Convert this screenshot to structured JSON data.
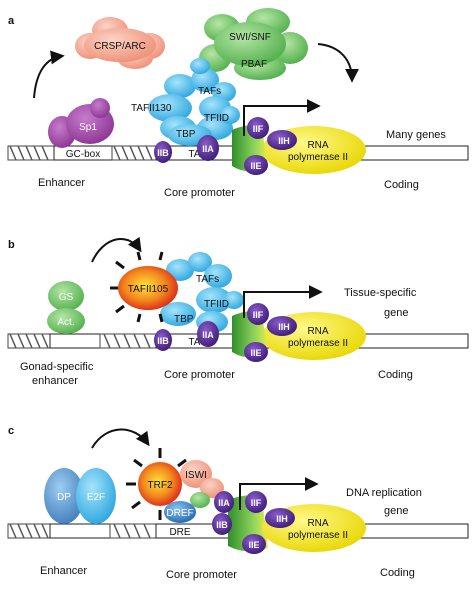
{
  "panels": [
    {
      "letter": "a",
      "labels": {
        "crsp": "CRSP/ARC",
        "swisnf": "SWI/SNF",
        "pbaf": "PBAF",
        "tafs": "TAFs",
        "taf130": "TAFII130",
        "tfiid": "TFIID",
        "tbp": "TBP",
        "sp1": "Sp1",
        "gcbox": "GC-box",
        "tata": "TATA",
        "iib": "IIB",
        "iia": "IIA",
        "iif": "IIF",
        "iih": "IIH",
        "iie": "IIE",
        "rna1": "RNA",
        "rna2": "polymerase II",
        "genes": "Many genes",
        "enhancer": "Enhancer",
        "core": "Core promoter",
        "coding": "Coding"
      }
    },
    {
      "letter": "b",
      "labels": {
        "gs": "GS",
        "act": "Act.",
        "taf105": "TAFII105",
        "tafs": "TAFs",
        "tfiid": "TFIID",
        "tbp": "TBP",
        "tata": "TATA",
        "iib": "IIB",
        "iia": "IIA",
        "iif": "IIF",
        "iih": "IIH",
        "iie": "IIE",
        "rna1": "RNA",
        "rna2": "polymerase II",
        "gene1": "Tissue-specific",
        "gene2": "gene",
        "enh1": "Gonad-specific",
        "enh2": "enhancer",
        "core": "Core promoter",
        "coding": "Coding"
      }
    },
    {
      "letter": "c",
      "labels": {
        "dp": "DP",
        "e2f": "E2F",
        "trf2": "TRF2",
        "iswi": "ISWI",
        "dref": "DREF",
        "dre": "DRE",
        "iia": "IIA",
        "iib": "IIB",
        "iif": "IIF",
        "iih": "IIH",
        "iie": "IIE",
        "rna1": "RNA",
        "rna2": "polymerase II",
        "gene1": "DNA replication",
        "gene2": "gene",
        "enhancer": "Enhancer",
        "core": "Core promoter",
        "coding": "Coding"
      }
    }
  ],
  "colors": {
    "purple": "#5b2d9a",
    "yellow": "#f2e600",
    "green": "#6cc04a",
    "lightgreen": "#7fd07a",
    "cyan": "#3bb3e6",
    "salmon": "#f4a08a",
    "magenta": "#a24aa8",
    "red": "#e8321c",
    "blue": "#2e7ec4"
  }
}
